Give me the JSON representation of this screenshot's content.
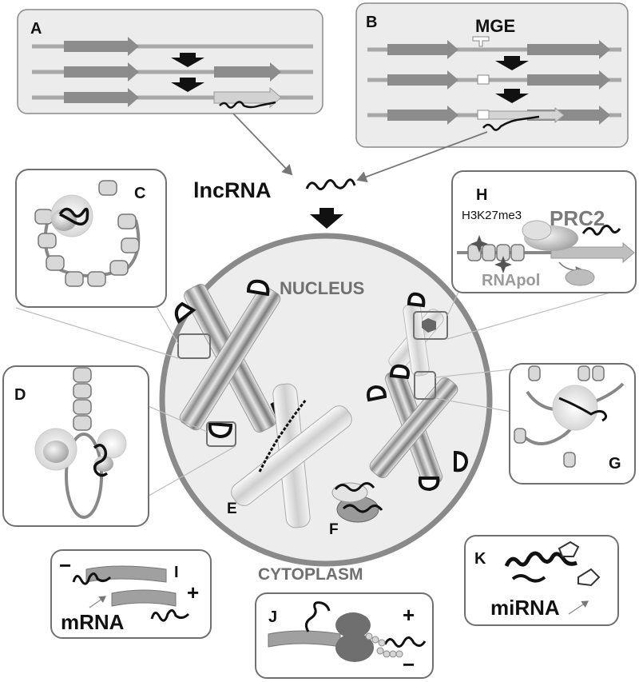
{
  "panels": {
    "A": "A",
    "B": "B",
    "C": "C",
    "D": "D",
    "E": "E",
    "F": "F",
    "G": "G",
    "H": "H",
    "I": "I",
    "J": "J",
    "K": "K"
  },
  "labels": {
    "mge": "MGE",
    "lncrna": "lncRNA",
    "nucleus": "NUCLEUS",
    "cytoplasm": "CYTOPLASM",
    "prc2": "PRC2",
    "h3k27me3": "H3K27me3",
    "rnapol": "RNApol",
    "mrna": "mRNA",
    "mirna": "miRNA",
    "plus": "+",
    "minus": "−"
  },
  "colors": {
    "panel_border": "#707070",
    "panel_fill": "#ececec",
    "nucleus_border": "#8a8a8a",
    "text_dark": "#111111",
    "text_grey": "#7a7a7a",
    "track": "#a8a8a8",
    "gene_arrow": "#8c8c8c",
    "rna": "#111111"
  }
}
